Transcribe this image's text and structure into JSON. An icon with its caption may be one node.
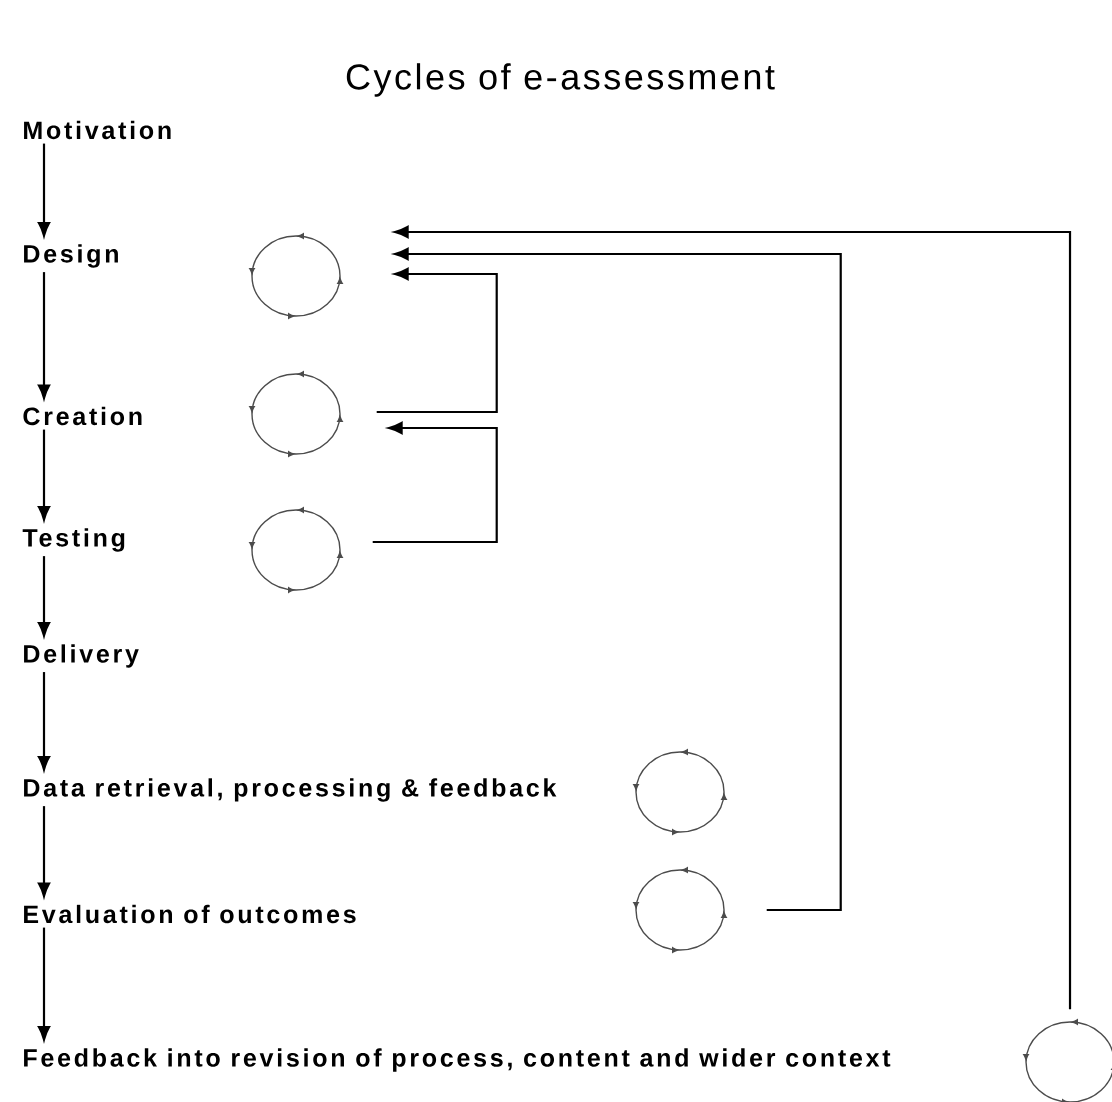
{
  "diagram": {
    "title": "Cycles of e-assessment",
    "nodes": [
      {
        "text": [
          "Motivation"
        ]
      },
      {
        "text": [
          "Design"
        ]
      },
      {
        "text": [
          "Creation"
        ]
      },
      {
        "text": [
          "Testing"
        ]
      },
      {
        "text": [
          "Delivery"
        ]
      },
      {
        "text": [
          "Data retrieval, processing & feedback"
        ]
      },
      {
        "text": [
          "Evaluation of outcomes"
        ]
      },
      {
        "text": [
          "Feedback into revision of process, content and wider context"
        ]
      },
      {
        "text": [],
        "shape": "circle"
      },
      {
        "text": [],
        "shape": "circle"
      },
      {
        "text": [],
        "shape": "circle"
      },
      {
        "text": [],
        "shape": "circle"
      },
      {
        "text": [],
        "shape": "circle"
      },
      {
        "text": [],
        "shape": "circle"
      }
    ],
    "edges": [
      {
        "from": 0,
        "to": 1,
        "arrow": "to"
      },
      {
        "from": 1,
        "to": 2,
        "arrow": "to"
      },
      {
        "from": 2,
        "to": 3,
        "arrow": "to"
      },
      {
        "from": 3,
        "to": 4,
        "arrow": "to"
      },
      {
        "from": 4,
        "to": 5,
        "arrow": "to"
      },
      {
        "from": 5,
        "to": 6,
        "arrow": "to"
      },
      {
        "from": 6,
        "to": 7,
        "arrow": "to"
      },
      {
        "from": 9,
        "to": 8,
        "arrow": "to"
      },
      {
        "from": 10,
        "to": 9,
        "arrow": "to"
      },
      {
        "from": 12,
        "to": 8,
        "arrow": "to"
      },
      {
        "from": 13,
        "to": 8,
        "arrow": "to"
      }
    ]
  }
}
